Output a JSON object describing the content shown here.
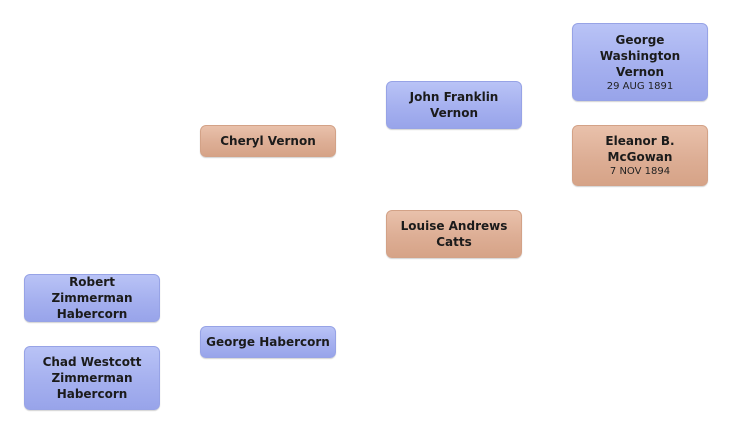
{
  "tree": {
    "people": {
      "robert": {
        "name": "Robert Zimmerman\nHabercorn",
        "date": "",
        "sex": "male"
      },
      "chad": {
        "name": "Chad Westcott\nZimmerman\nHabercorn",
        "date": "",
        "sex": "male"
      },
      "cheryl": {
        "name": "Cheryl  Vernon",
        "date": "",
        "sex": "female"
      },
      "george_h": {
        "name": "George Habercorn",
        "date": "",
        "sex": "male"
      },
      "john": {
        "name": "John Franklin\nVernon",
        "date": "",
        "sex": "male"
      },
      "louise": {
        "name": "Louise Andrews\nCatts",
        "date": "",
        "sex": "female"
      },
      "george_w": {
        "name": "George\nWashington\nVernon",
        "date": "29 AUG 1891",
        "sex": "male"
      },
      "eleanor": {
        "name": "Eleanor B.\nMcGowan",
        "date": "7 NOV 1894",
        "sex": "female"
      }
    }
  },
  "colors": {
    "male": "#a5b0ef",
    "female": "#ddae95",
    "background": "#ffffff"
  }
}
